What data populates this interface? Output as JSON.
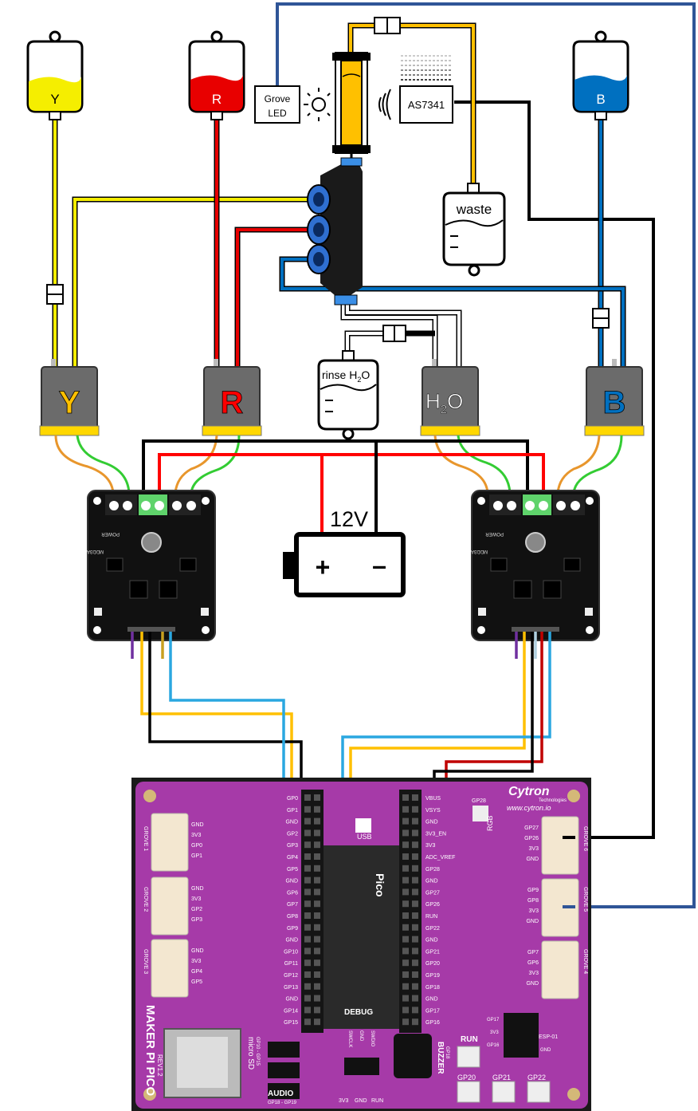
{
  "reservoirs": {
    "yellow": {
      "label": "Y",
      "color": "#f5ee00"
    },
    "red": {
      "label": "R",
      "color": "#e80000"
    },
    "blue": {
      "label": "B",
      "color": "#0070c0"
    },
    "waste": {
      "label": "waste"
    },
    "rinse": {
      "label_main": "rinse H",
      "label_sub": "2",
      "label_end": "O"
    }
  },
  "sensor": {
    "led_label_line1": "Grove",
    "led_label_line2": "LED",
    "spectral_label": "AS7341"
  },
  "pumps": {
    "yellow": {
      "label": "Y",
      "color": "#ffc000"
    },
    "red": {
      "label": "R",
      "color": "#ff0000"
    },
    "water": {
      "label_main": "H",
      "label_sub": "2",
      "label_end": "O",
      "color": "#ffffff"
    },
    "blue": {
      "label": "B",
      "color": "#0070c0"
    }
  },
  "power": {
    "voltage": "12V",
    "plus": "+",
    "minus": "–"
  },
  "driver_board": {
    "silk_title": "MDD3A",
    "silk_power": "POWER"
  },
  "pico_board": {
    "brand": "Cytron",
    "brand_sub": "Technologies",
    "website": "www.cytron.io",
    "model_line1": "MAKER PI PICO",
    "revision": "REV1.2",
    "pico_label": "Pico",
    "usb_label": "USB",
    "rgb_label": "RGB",
    "gp28_top": "GP28",
    "left_pins": [
      "GP0",
      "GP1",
      "GND",
      "GP2",
      "GP3",
      "GP4",
      "GP5",
      "GND",
      "GP6",
      "GP7",
      "GP8",
      "GP9",
      "GND",
      "GP10",
      "GP11",
      "GP12",
      "GP13",
      "GND",
      "GP14",
      "GP15"
    ],
    "right_pins": [
      "VBUS",
      "VSYS",
      "GND",
      "3V3_EN",
      "3V3",
      "ADC_VREF",
      "GP28",
      "GND",
      "GP27",
      "GP26",
      "RUN",
      "GP22",
      "GND",
      "GP21",
      "GP20",
      "GP19",
      "GP18",
      "GND",
      "GP17",
      "GP16"
    ],
    "grove_left": [
      {
        "name": "GROVE 1",
        "pins": [
          "GND",
          "3V3",
          "GP0",
          "GP1"
        ]
      },
      {
        "name": "GROVE 2",
        "pins": [
          "GND",
          "3V3",
          "GP2",
          "GP3"
        ]
      },
      {
        "name": "GROVE 3",
        "pins": [
          "GND",
          "3V3",
          "GP4",
          "GP5"
        ]
      }
    ],
    "grove_right": [
      {
        "name": "GROVE 6",
        "pins": [
          "GP27",
          "GP26",
          "3V3",
          "GND"
        ]
      },
      {
        "name": "GROVE 5",
        "pins": [
          "GP9",
          "GP8",
          "3V3",
          "GND"
        ]
      },
      {
        "name": "GROVE 4",
        "pins": [
          "GP7",
          "GP6",
          "3V3",
          "GND"
        ]
      }
    ],
    "debug_label": "DEBUG",
    "debug_pins": [
      "SWCLK",
      "GND",
      "SWDIO"
    ],
    "debug_bottom": [
      "3V3",
      "GND",
      "RUN"
    ],
    "sd_label": "micro SD",
    "sd_sub": "GP10 - GP15",
    "audio_label": "AUDIO",
    "audio_sub": "GP18 - GP19",
    "buzzer_label": "BUZZER",
    "buzzer_sub": "GP18",
    "run_label": "RUN",
    "esp_label": "ESP-01",
    "esp_pins": [
      "GP17",
      "3V3",
      "GP16"
    ],
    "esp_right": [
      "GND"
    ],
    "buttons": [
      "GP20",
      "GP21",
      "GP22"
    ]
  }
}
